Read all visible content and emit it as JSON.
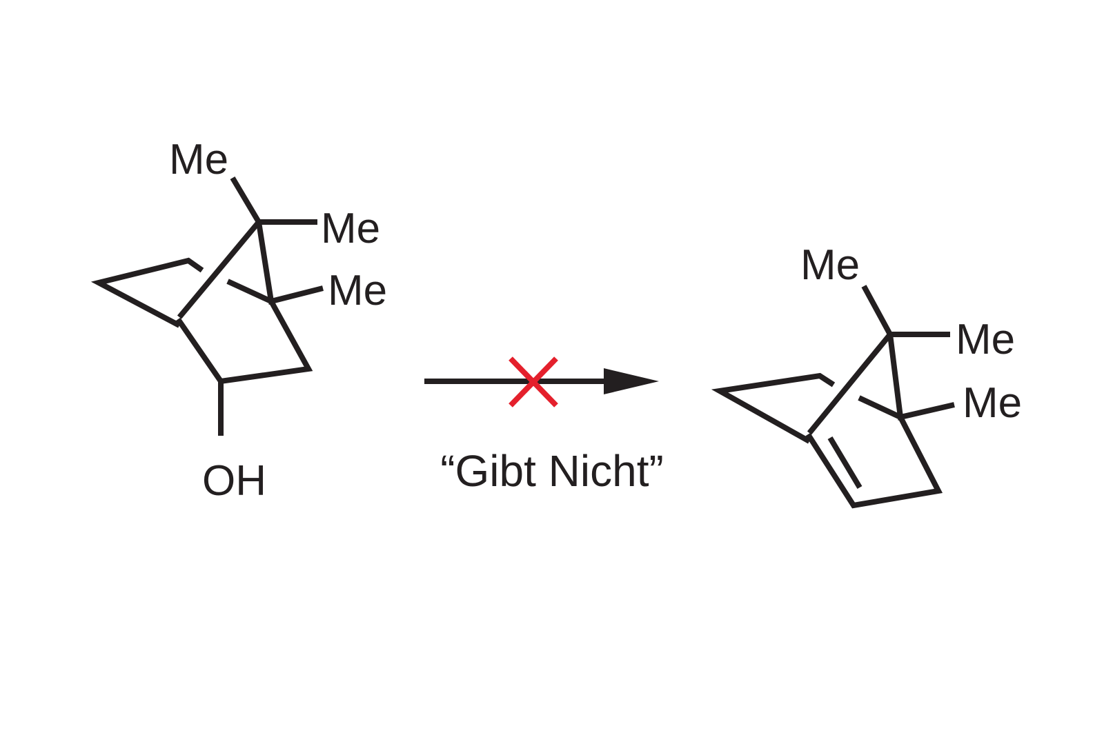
{
  "reactant": {
    "substituents": [
      "Me",
      "Me",
      "Me"
    ],
    "hydroxyl": "OH"
  },
  "product": {
    "substituents": [
      "Me",
      "Me",
      "Me"
    ]
  },
  "reaction": {
    "condition_label": "“Gibt Nicht”",
    "blocked": true,
    "cross_color": "#e4202c",
    "arrow_color": "#231f20"
  }
}
